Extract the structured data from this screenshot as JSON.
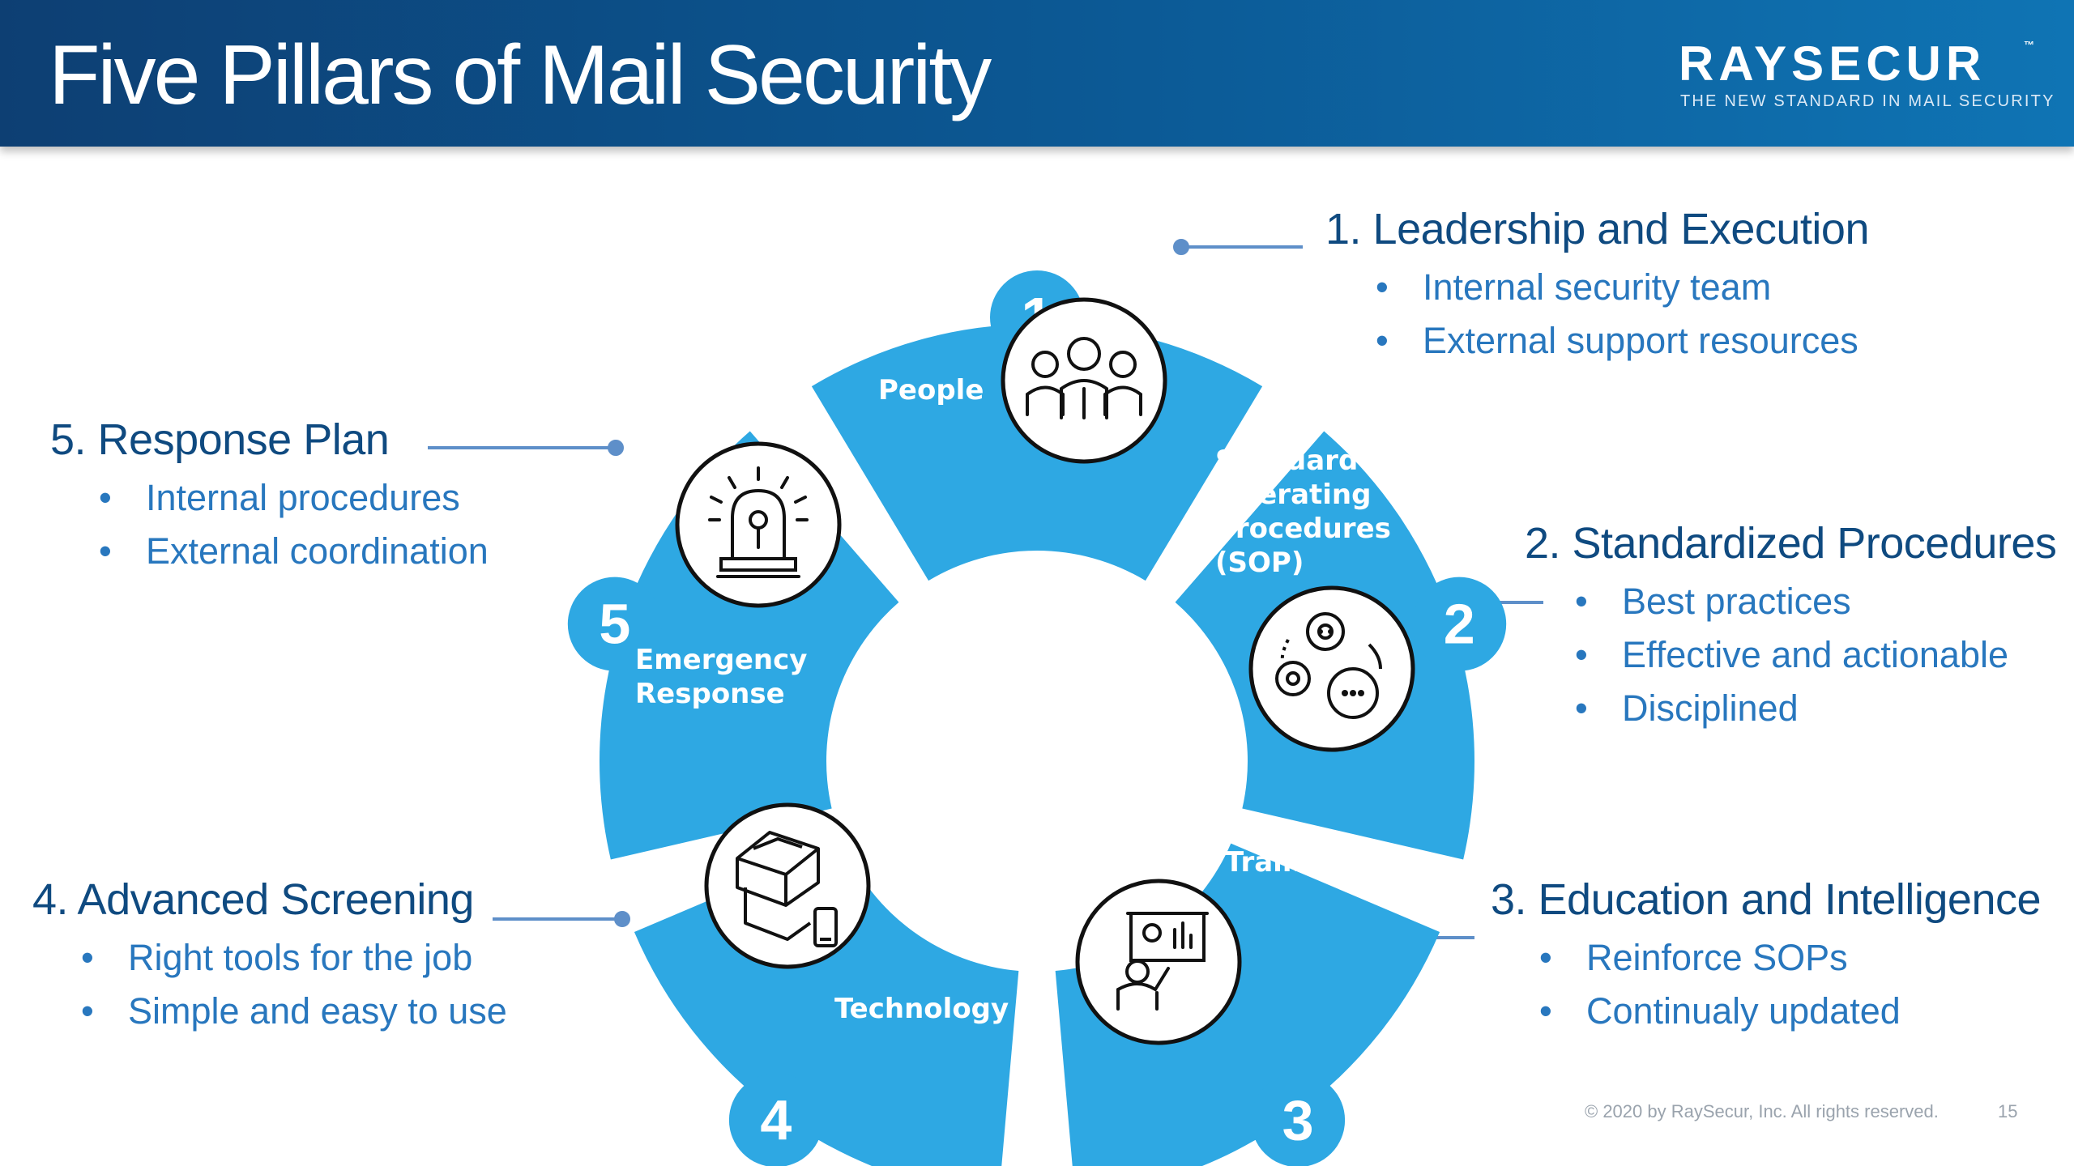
{
  "header": {
    "title": "Five Pillars of Mail Security",
    "logo_text": "RAYSECUR",
    "logo_tm": "™",
    "logo_tagline": "THE NEW STANDARD IN MAIL SECURITY"
  },
  "wheel": {
    "segments": [
      {
        "number": "1",
        "label": "People",
        "icon": "team-icon"
      },
      {
        "number": "2",
        "label_lines": [
          "Standard",
          "Operating",
          "Procedures",
          "(SOP)"
        ],
        "icon": "gears-icon"
      },
      {
        "number": "3",
        "label": "Training",
        "icon": "presentation-icon"
      },
      {
        "number": "4",
        "label": "Technology",
        "icon": "mail-scanner-icon"
      },
      {
        "number": "5",
        "label_lines": [
          "Emergency",
          "Response"
        ],
        "icon": "alarm-siren-icon"
      }
    ]
  },
  "pillars": {
    "p1": {
      "heading": "1. Leadership and Execution",
      "items": [
        "Internal security team",
        "External support resources"
      ]
    },
    "p2": {
      "heading": "2. Standardized Procedures",
      "items": [
        "Best practices",
        "Effective and actionable",
        "Disciplined"
      ]
    },
    "p3": {
      "heading": "3. Education and Intelligence",
      "items": [
        "Reinforce SOPs",
        "Continualy updated"
      ]
    },
    "p4": {
      "heading": "4. Advanced Screening",
      "items": [
        "Right tools for the job",
        "Simple and easy to use"
      ]
    },
    "p5": {
      "heading": "5. Response Plan",
      "items": [
        "Internal procedures",
        "External coordination"
      ]
    }
  },
  "footer": {
    "copyright": "© 2020 by RaySecur, Inc. All rights reserved.",
    "page_number": "15"
  },
  "colors": {
    "header_dark": "#0d3f73",
    "header_light": "#0f74b4",
    "segment": "#2ea8e3",
    "heading": "#0f4a80",
    "bullet": "#2877be"
  }
}
